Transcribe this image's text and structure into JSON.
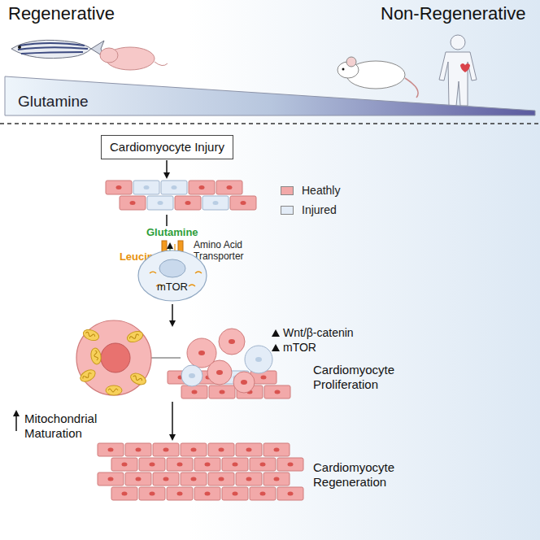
{
  "diagram": {
    "nodes": [
      {
        "text": [
          "Cardiomyocyte Injury"
        ]
      },
      {
        "text": [
          "mTOR"
        ]
      }
    ],
    "labels": [
      "Regenerative",
      "Non-Regenerative",
      "Glutamine",
      "Glutamine",
      "Leucine",
      "Amino Acid Transporter",
      "Wnt/β-catenin",
      "mTOR",
      "Cardiomyocyte Proliferation",
      "Mitochondrial Maturation",
      "Cardiomyocyte Regeneration"
    ],
    "legend": [
      {
        "text": "Heathly",
        "color": "#f2a9a9"
      },
      {
        "text": "Injured",
        "color": "#e3ecf7"
      }
    ]
  }
}
